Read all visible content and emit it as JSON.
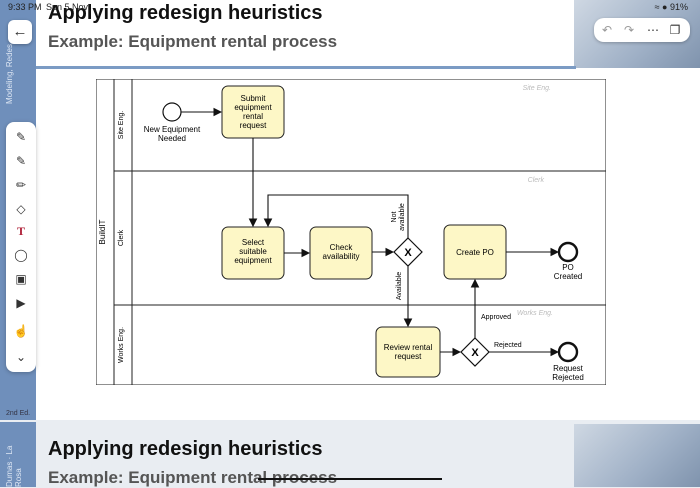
{
  "status": {
    "time": "9:33 PM",
    "date": "Sun 5 Nov",
    "right": "91%"
  },
  "slide": {
    "title": "Applying redesign heuristics",
    "subtitle": "Example: Equipment rental process",
    "spine_text": "Modeling, Redes",
    "spine_footer": "2nd Ed."
  },
  "next_slide": {
    "title": "Applying redesign heuristics",
    "subtitle": "Example: Equipment rental process",
    "spine_text": "Dumas · La Rosa"
  },
  "diagram": {
    "pool": "BuildIT",
    "lanes": [
      "Site Eng.",
      "Clerk",
      "Works Eng."
    ],
    "lane_watermarks": [
      "Site Eng.",
      "Clerk",
      "Works Eng."
    ],
    "tasks": {
      "submit": [
        "Submit",
        "equipment",
        "rental",
        "request"
      ],
      "select": [
        "Select",
        "suitable",
        "equipment"
      ],
      "check": [
        "Check",
        "availability"
      ],
      "create_po": "Create PO",
      "review": [
        "Review rental",
        "request"
      ]
    },
    "events": {
      "start": [
        "New Equipment",
        "Needed"
      ],
      "end_po": [
        "PO",
        "Created"
      ],
      "end_rejected": [
        "Request",
        "Rejected"
      ]
    },
    "flows": {
      "not_available": [
        "Not",
        "available"
      ],
      "available": "Available",
      "approved": "Approved",
      "rejected": "Rejected"
    },
    "gateway_symbol": "X"
  },
  "icons": {
    "back": "chevron-left-icon",
    "tools": [
      "pen-icon",
      "pen-icon",
      "highlighter-icon",
      "eraser-icon",
      "text-icon",
      "lasso-icon",
      "image-icon",
      "play-icon",
      "hand-icon",
      "chevron-down-icon"
    ],
    "top": [
      "undo-icon",
      "redo-icon",
      "more-icon",
      "pages-icon"
    ]
  },
  "colors": {
    "task_fill": "#fdf7c6",
    "accent": "#6f8fbb"
  }
}
